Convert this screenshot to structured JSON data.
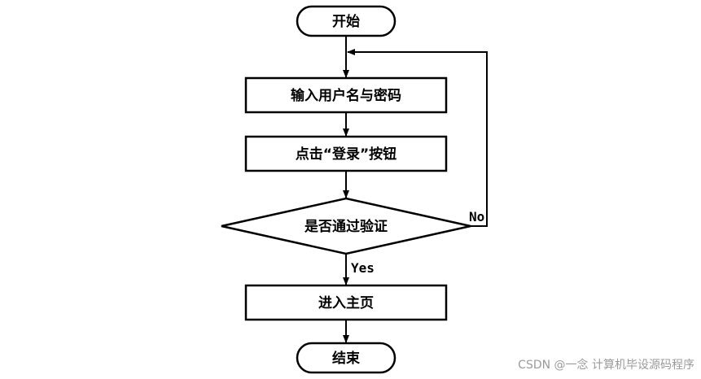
{
  "nodes": {
    "start": "开始",
    "input": "输入用户名与密码",
    "click_login": "点击“登录”按钮",
    "decision": "是否通过验证",
    "enter_home": "进入主页",
    "end": "结束"
  },
  "edges": {
    "yes": "Yes",
    "no": "No"
  },
  "watermark": "CSDN @一念 计算机毕设源码程序"
}
